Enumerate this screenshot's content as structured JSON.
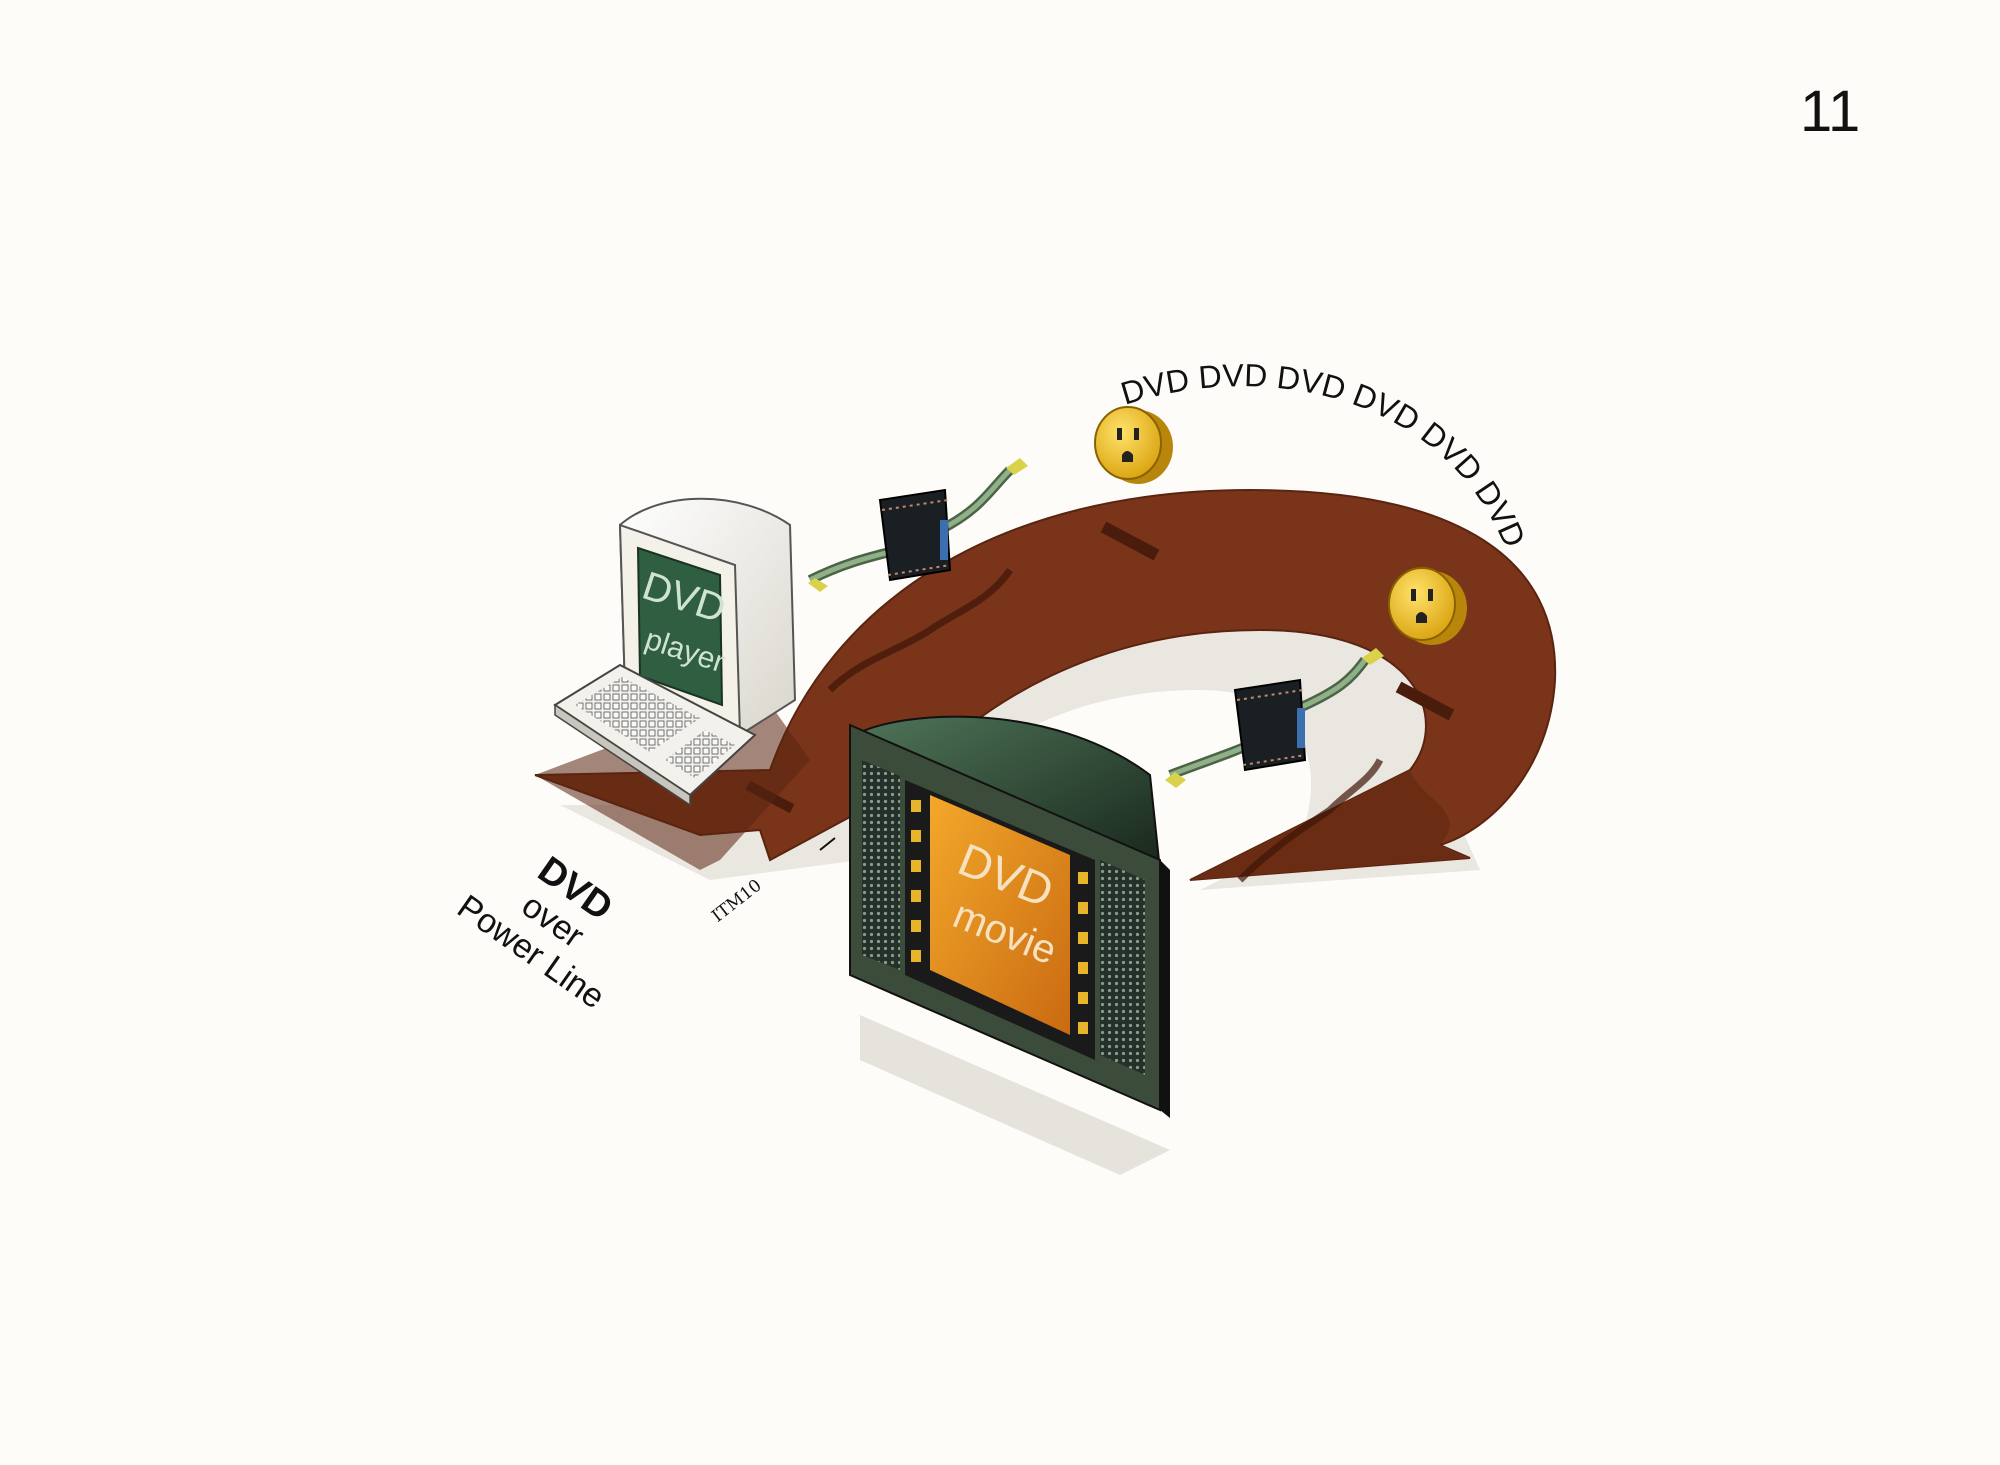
{
  "page_number": "11",
  "caption": {
    "line1": "DVD",
    "line2": "over",
    "line3": "Power Line"
  },
  "computer_screen": {
    "line1": "DVD",
    "line2": "player"
  },
  "tv_screen": {
    "line1": "DVD",
    "line2": "movie"
  },
  "signal_text": "DVD DVD DVD DVD DVD DVD DVD DVD",
  "small_label": "ITM10",
  "colors": {
    "arrow": "#7a3419",
    "arrow_shadow": "#5a2411",
    "outlet": "#f2c21e",
    "screen_green": "#2f5e40",
    "tv_body": "#3c4c3a",
    "tv_screen": "#e8941c",
    "chip": "#1a1f24",
    "cable": "#6f8a68"
  }
}
